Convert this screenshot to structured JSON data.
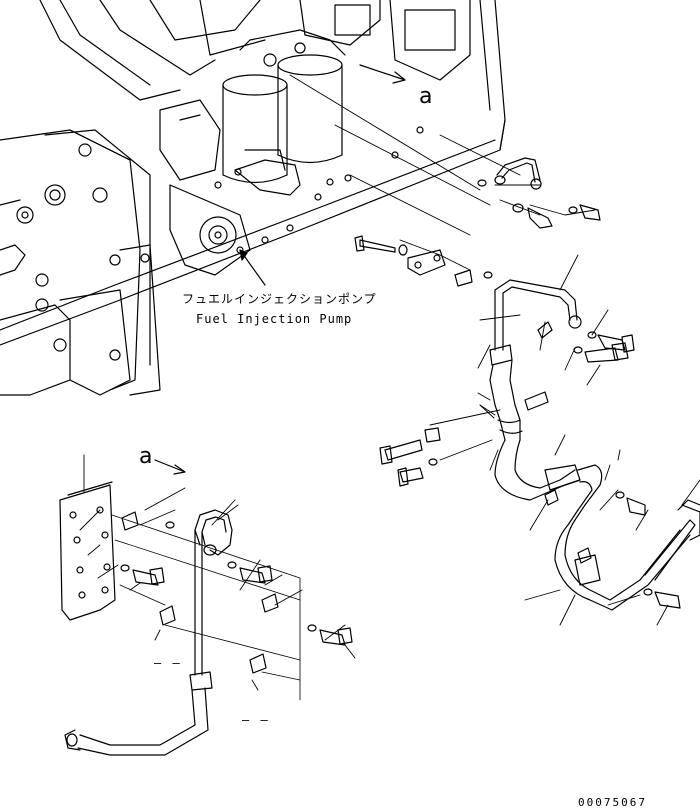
{
  "callouts": {
    "view_a_top": "a",
    "view_a_detail": "a",
    "fuel_pump_jp": "フュエルインジェクションポンプ",
    "fuel_pump_en": "Fuel Injection Pump",
    "dash_left_1": "– –",
    "dash_left_2": "– –"
  },
  "drawing_code": "00075067",
  "colors": {
    "line": "#000000",
    "background": "#ffffff"
  }
}
